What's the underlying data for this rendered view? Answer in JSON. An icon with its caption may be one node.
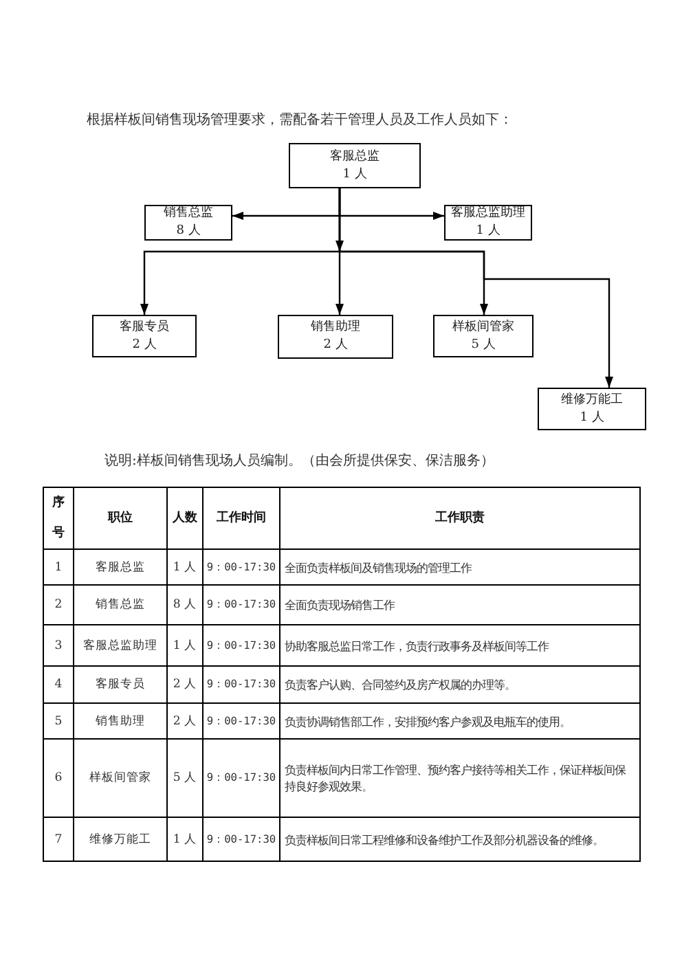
{
  "diagram": {
    "title": "根据样板间销售现场管理要求，需配备若干管理人员及工作人员如下：",
    "nodes": [
      {
        "text": [
          "客服总监",
          "1 人"
        ]
      },
      {
        "text": [
          "销售总监",
          "8 人"
        ]
      },
      {
        "text": [
          "客服总监助理",
          "1 人"
        ]
      },
      {
        "text": [
          "客服专员",
          "2 人"
        ]
      },
      {
        "text": [
          "销售助理",
          "2 人"
        ]
      },
      {
        "text": [
          "样板间管家",
          "5 人"
        ]
      },
      {
        "text": [
          "维修万能工",
          "1 人"
        ]
      }
    ],
    "edges": [
      {
        "from": 0,
        "to": 1,
        "arrow": "to"
      },
      {
        "from": 0,
        "to": 2,
        "arrow": "to"
      },
      {
        "from": 0,
        "to": 3,
        "arrow": "to"
      },
      {
        "from": 0,
        "to": 4,
        "arrow": "to"
      },
      {
        "from": 0,
        "to": 5,
        "arrow": "to"
      },
      {
        "from": 0,
        "to": 6,
        "arrow": "to"
      }
    ],
    "labels": [
      "说明:样板间销售现场人员编制。（由会所提供保安、保洁服务）",
      "序号",
      "职位",
      "人数",
      "工作时间",
      "工作职责",
      "1",
      "客服总监",
      "1 人",
      "9：00-17:30",
      "全面负责样板间及销售现场的管理工作",
      "2",
      "销售总监",
      "8 人",
      "9：00-17:30",
      "全面负责现场销售工作",
      "3",
      "客服总监助理",
      "1 人",
      "9：00-17:30",
      "协助客服总监日常工作，负责行政事务及样板间等工作",
      "4",
      "客服专员",
      "2 人",
      "9：00-17:30",
      "负责客户认购、合同签约及房产权属的办理等。",
      "5",
      "销售助理",
      "2 人",
      "9：00-17:30",
      "负责协调销售部工作，安排预约客户参观及电瓶车的使用。",
      "6",
      "样板间管家",
      "5 人",
      "9：00-17:30",
      "负责样板间内日常工作管理、预约客户接待等相关工作，保证样板间保持良好参观效果。",
      "7",
      "维修万能工",
      "1 人",
      "9：00-17:30",
      "负责样板间日常工程维修和设备维护工作及部分机器设备的维修。"
    ]
  }
}
